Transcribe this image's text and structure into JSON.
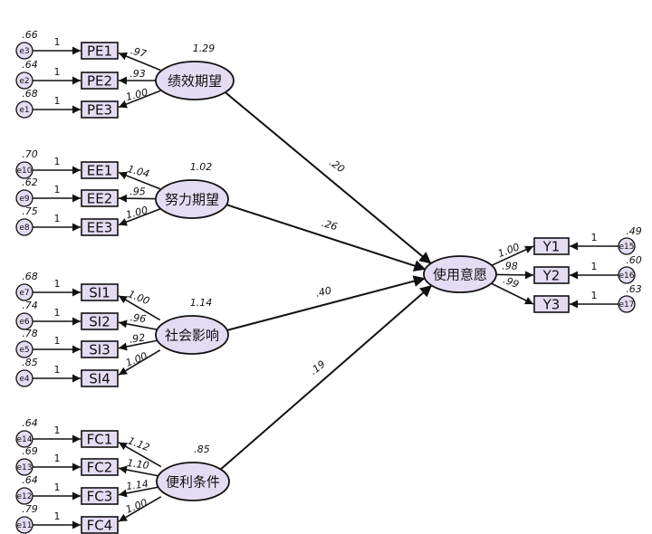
{
  "constructs": [
    {
      "name": "绩效期望",
      "variance": "1.29",
      "path_coef": ".20",
      "indicators": [
        {
          "label": "PE1",
          "loading": ".97",
          "error": "e3",
          "error_var": ".66"
        },
        {
          "label": "PE2",
          "loading": ".93",
          "error": "e2",
          "error_var": ".64"
        },
        {
          "label": "PE3",
          "loading": "1.00",
          "error": "e1",
          "error_var": ".68"
        }
      ]
    },
    {
      "name": "努力期望",
      "variance": "1.02",
      "path_coef": ".26",
      "indicators": [
        {
          "label": "EE1",
          "loading": "1.04",
          "error": "e10",
          "error_var": ".70"
        },
        {
          "label": "EE2",
          "loading": ".95",
          "error": "e9",
          "error_var": ".62"
        },
        {
          "label": "EE3",
          "loading": "1.00",
          "error": "e8",
          "error_var": ".75"
        }
      ]
    },
    {
      "name": "社会影响",
      "variance": "1.14",
      "path_coef": ".40",
      "indicators": [
        {
          "label": "SI1",
          "loading": "1.00",
          "error": "e7",
          "error_var": ".68"
        },
        {
          "label": "SI2",
          "loading": ".96",
          "error": "e6",
          "error_var": ".74"
        },
        {
          "label": "SI3",
          "loading": ".92",
          "error": "e5",
          "error_var": ".78"
        },
        {
          "label": "SI4",
          "loading": "1.00",
          "error": "e4",
          "error_var": ".85"
        }
      ]
    },
    {
      "name": "便利条件",
      "variance": ".85",
      "path_coef": ".19",
      "indicators": [
        {
          "label": "FC1",
          "loading": "1.12",
          "error": "e14",
          "error_var": ".64"
        },
        {
          "label": "FC2",
          "loading": "1.10",
          "error": "e13",
          "error_var": ".69"
        },
        {
          "label": "FC3",
          "loading": "1.14",
          "error": "e12",
          "error_var": ".64"
        },
        {
          "label": "FC4",
          "loading": "1.00",
          "error": "e11",
          "error_var": ".79"
        }
      ]
    }
  ],
  "outcome": {
    "name": "使用意愿",
    "indicators": [
      {
        "label": "Y1",
        "loading": "1.00",
        "error": "e15",
        "error_var": ".49"
      },
      {
        "label": "Y2",
        "loading": ".98",
        "error": "e16",
        "error_var": ".60"
      },
      {
        "label": "Y3",
        "loading": ".99",
        "error": "e17",
        "error_var": ".63"
      }
    ]
  },
  "error_weight": "1",
  "colors": {
    "node_fill": "#e4dcf2",
    "stroke": "#111111",
    "background": "#ffffff"
  }
}
